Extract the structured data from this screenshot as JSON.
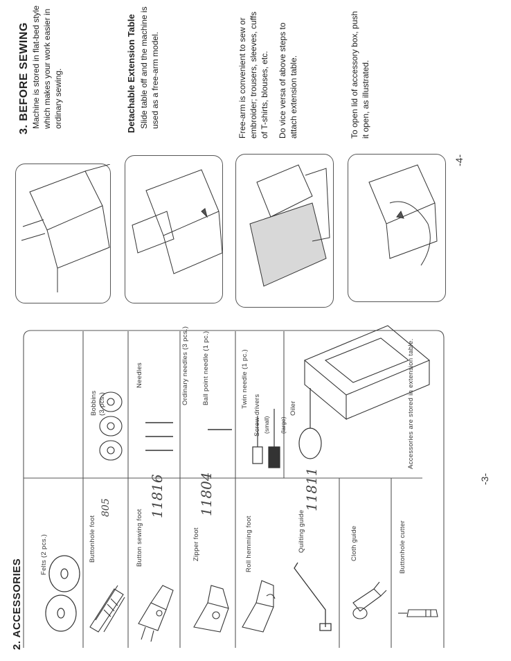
{
  "left_page": {
    "title": "2. ACCESSORIES",
    "items": {
      "felts": "Felts (2 pcs.)",
      "buttonhole_foot": "Buttonhole foot",
      "button_sewing_foot": "Button sewing foot",
      "zipper_foot": "Zipper foot",
      "roll_hemming_foot": "Roll hemming foot",
      "quilting_guide": "Quilting guide",
      "cloth_guide": "Cloth guide",
      "buttonhole_cutter": "Buttonhole cutter",
      "bobbins": "Bobbins",
      "bobbins_qty": "(3 pcs.)",
      "needles": "Needles",
      "ordinary_needles": "Ordinary needles (3 pcs.)",
      "ball_point_needle": "Ball point needle (1 pc.)",
      "twin_needle": "Twin needle (1 pc.)",
      "screw_drivers": "Screw drivers",
      "small": "(small)",
      "large": "(large)",
      "oiler": "Oiler",
      "storage_note": "Accessories are stored in extension table."
    },
    "handwritten": {
      "buttonhole": "805",
      "button_sewing": "11816",
      "zipper": "11804",
      "quilting": "11811"
    },
    "page_number": "-3-"
  },
  "right_page": {
    "title": "3. BEFORE SEWING",
    "intro": "Machine is stored in flat-bed style which makes your work easier in ordinary sewing.",
    "subtitle": "Detachable Extension Table",
    "slide_text": "Slide table off and the machine is used as a free-arm model.",
    "freearm_text": "Free-arm is convenient to sew or embroider; trousers, sleeves, cuffs of T-shirts, blouses, etc.",
    "reverse_text": "Do vice versa of above steps to attach extension table.",
    "accessory_text": "To open lid of accessory box, push it open, as illustrated.",
    "page_number": "-4-"
  }
}
